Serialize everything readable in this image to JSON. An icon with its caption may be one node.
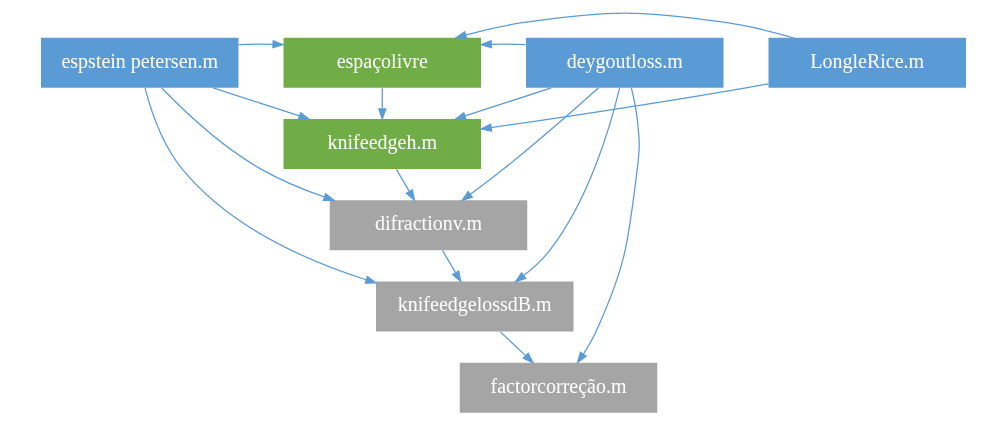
{
  "diagram": {
    "nodes": [
      {
        "text": [
          "espstein petersen.m"
        ]
      },
      {
        "text": [
          "espaçolivre"
        ]
      },
      {
        "text": [
          "deygoutloss.m"
        ]
      },
      {
        "text": [
          "LongleRice.m"
        ]
      },
      {
        "text": [
          "knifeedgeh.m"
        ]
      },
      {
        "text": [
          "difractionv.m"
        ]
      },
      {
        "text": [
          "knifeedgelossdB.m"
        ]
      },
      {
        "text": [
          "factorcorreção.m"
        ]
      }
    ],
    "edges": [
      {
        "from": 0,
        "to": 1,
        "arrow": "to"
      },
      {
        "from": 2,
        "to": 1,
        "arrow": "to"
      },
      {
        "from": 3,
        "to": 1,
        "arrow": "to"
      },
      {
        "from": 1,
        "to": 4,
        "arrow": "to"
      },
      {
        "from": 0,
        "to": 4,
        "arrow": "to"
      },
      {
        "from": 2,
        "to": 4,
        "arrow": "to"
      },
      {
        "from": 3,
        "to": 4,
        "arrow": "to"
      },
      {
        "from": 4,
        "to": 5,
        "arrow": "to"
      },
      {
        "from": 0,
        "to": 5,
        "arrow": "to"
      },
      {
        "from": 2,
        "to": 5,
        "arrow": "to"
      },
      {
        "from": 5,
        "to": 6,
        "arrow": "to"
      },
      {
        "from": 0,
        "to": 6,
        "arrow": "to"
      },
      {
        "from": 2,
        "to": 6,
        "arrow": "to"
      },
      {
        "from": 6,
        "to": 7,
        "arrow": "to"
      },
      {
        "from": 2,
        "to": 7,
        "arrow": "to"
      }
    ]
  }
}
